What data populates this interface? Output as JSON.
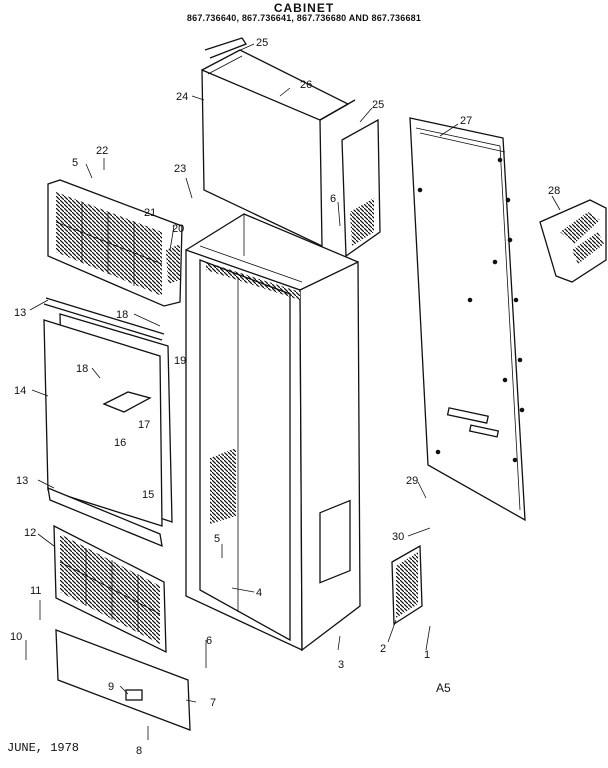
{
  "header": {
    "title": "CABINET",
    "subtitle": "867.736640, 867.736641, 867.736680 AND 867.736681"
  },
  "footer": {
    "date": "JUNE, 1978",
    "page_code": "A5"
  },
  "callouts": [
    "1",
    "2",
    "3",
    "4",
    "5",
    "5",
    "6",
    "6",
    "7",
    "8",
    "9",
    "10",
    "11",
    "12",
    "13",
    "13",
    "14",
    "15",
    "16",
    "17",
    "18",
    "18",
    "19",
    "20",
    "21",
    "22",
    "23",
    "24",
    "25",
    "25",
    "26",
    "27",
    "28",
    "29",
    "30"
  ]
}
